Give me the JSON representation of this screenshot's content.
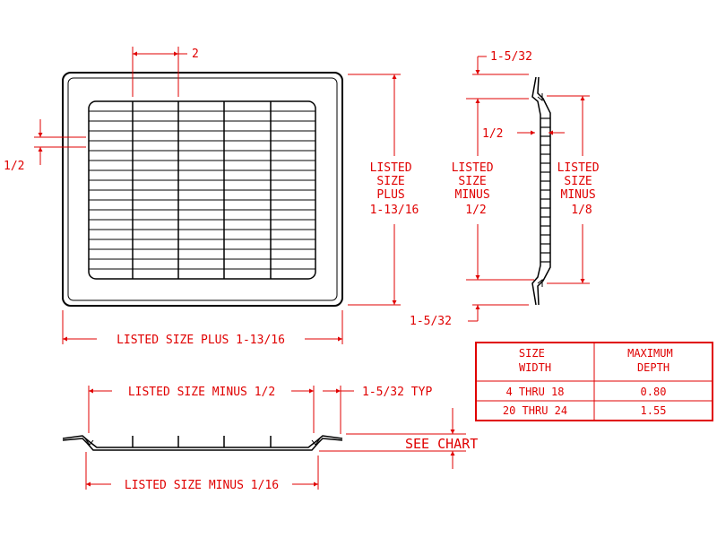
{
  "colors": {
    "dimension": "#e00000",
    "outline": "#000000",
    "background": "#ffffff"
  },
  "front_view": {
    "dim_top": "2",
    "dim_left": "1/2",
    "dim_height": [
      "LISTED",
      "SIZE",
      "PLUS",
      "1-13/16"
    ],
    "dim_width": "LISTED SIZE PLUS 1-13/16"
  },
  "side_view": {
    "dim_top_offset": "1-5/32",
    "dim_bottom_offset": "1-5/32",
    "dim_depth": "1/2",
    "dim_minus_half": [
      "LISTED",
      "SIZE",
      "MINUS",
      "1/2"
    ],
    "dim_minus_eighth": [
      "LISTED",
      "SIZE",
      "MINUS",
      "1/8"
    ]
  },
  "bottom_view": {
    "dim_upper": "LISTED SIZE MINUS 1/2",
    "dim_typ": "1-5/32 TYP",
    "dim_see_chart": "SEE CHART",
    "dim_lower": "LISTED SIZE MINUS 1/16"
  },
  "depth_table": {
    "headers": [
      [
        "SIZE",
        "WIDTH"
      ],
      [
        "MAXIMUM",
        "DEPTH"
      ]
    ],
    "rows": [
      {
        "size": "4 THRU 18",
        "depth": "0.80"
      },
      {
        "size": "20 THRU 24",
        "depth": "1.55"
      }
    ]
  }
}
